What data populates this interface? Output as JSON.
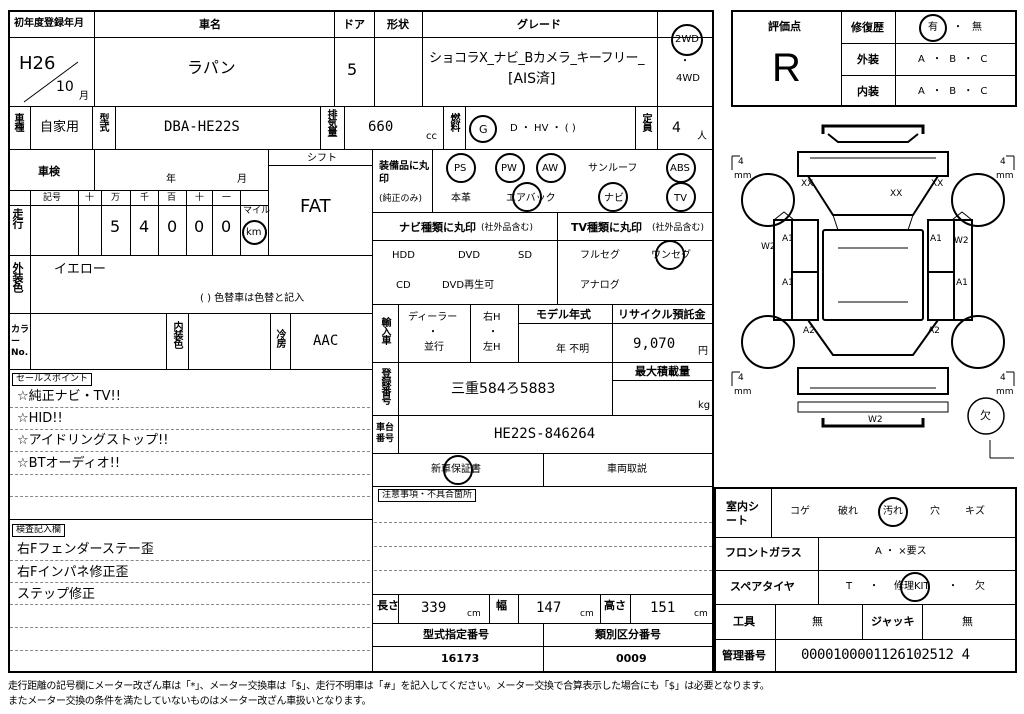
{
  "header": {
    "reg_year_label": "初年度登録年月",
    "reg_era_year": "H26",
    "reg_month": "10",
    "reg_month_unit": "月",
    "car_name_label": "車名",
    "car_name": "ラパン",
    "doors_label": "ドア",
    "doors": "5",
    "shape_label": "形状",
    "grade_label": "グレード",
    "grade_line1": "ショコラX_ナビ_Bカメラ_キーフリー_",
    "grade_line2": "[AIS済]",
    "drive_top": "2WD",
    "drive_dot": "・",
    "drive_bottom": "4WD"
  },
  "evaluation": {
    "score_label": "評価点",
    "score": "R",
    "repair_label": "修復歴",
    "repair_yes": "有",
    "repair_sep": "・",
    "repair_no": "無",
    "exterior_label": "外装",
    "exterior_grades": "A ・ B ・ C",
    "interior_label": "内装",
    "interior_grades": "A ・ B ・ C"
  },
  "row2": {
    "usage_label": "車種",
    "usage": "自家用",
    "model_label": "型式",
    "model": "DBA-HE22S",
    "displacement_label": "排気量",
    "displacement": "660",
    "displacement_unit": "cc",
    "fuel_label": "燃料",
    "fuel_g": "G",
    "fuel_rest": "D ・ HV ・ (        )",
    "capacity_label": "定員",
    "capacity": "4",
    "capacity_unit": "人"
  },
  "inspection": {
    "label": "車検",
    "year_unit": "年",
    "month_unit": "月",
    "shift_label": "シフト",
    "shift": "FAT",
    "odo_label": "走行",
    "odo_code_label": "記号",
    "odo_headers": [
      "十",
      "万",
      "千",
      "百",
      "十",
      "一"
    ],
    "odo_digits": [
      "5",
      "4",
      "0",
      "0",
      "0"
    ],
    "mile_label": "マイル",
    "km_label": "km"
  },
  "color": {
    "label": "外装色",
    "value": "イエロー",
    "note": "(            ) 色替車は色替と記入",
    "color_no_label": "カラーNo.",
    "interior_color_label": "内装色",
    "ac_label": "冷房",
    "ac": "AAC"
  },
  "equipment": {
    "label": "装備品に丸印",
    "label_note": "(純正のみ)",
    "row1": [
      "PS",
      "PW",
      "AW",
      "サンルーフ",
      "ABS"
    ],
    "row2": [
      "本革",
      "エアバック",
      "ナビ",
      "TV"
    ]
  },
  "navi": {
    "label": "ナビ種類に丸印",
    "label_note": "(社外品含む)",
    "items": [
      "HDD",
      "DVD",
      "SD",
      "CD",
      "DVD再生可"
    ]
  },
  "tv": {
    "label": "TV種類に丸印",
    "label_note": "(社外品含む)",
    "items": [
      "フルセグ",
      "ワンセグ",
      "アナログ"
    ]
  },
  "import": {
    "label": "輸入車",
    "dealer": "ディーラー",
    "dot": "・",
    "parallel": "並行",
    "right": "右H",
    "left": "左H",
    "model_year_label": "モデル年式",
    "model_year_text": "年    不明",
    "recycle_label": "リサイクル預託金",
    "recycle": "9,070",
    "recycle_unit": "円"
  },
  "registration": {
    "label": "登録番号",
    "plate": "三重584ろ5883",
    "max_load_label": "最大積載量",
    "max_load_unit": "kg",
    "chassis_label": "車台番号",
    "chassis": "HE22S-846264",
    "warranty": "新車保証書",
    "manual": "車両取説",
    "caution_label": "注意事項・不具合箇所"
  },
  "sales_points": {
    "label": "セールスポイント",
    "items": [
      "☆純正ナビ・TV!!",
      "☆HID!!",
      "☆アイドリングストップ!!",
      "☆BTオーディオ!!"
    ]
  },
  "inspector_notes": {
    "label": "検査記入欄",
    "items": [
      "右Fフェンダーステー歪",
      "右Fインパネ修正歪",
      "ステップ修正"
    ]
  },
  "dimensions": {
    "length_label": "長さ",
    "length": "339",
    "width_label": "幅",
    "width": "147",
    "height_label": "高さ",
    "height": "151",
    "unit": "cm",
    "type_no_label": "型式指定番号",
    "type_no": "16173",
    "class_no_label": "類別区分番号",
    "class_no": "0009"
  },
  "interior_sheet": {
    "label": "室内シート",
    "items": [
      "コゲ",
      "破れ",
      "汚れ",
      "穴",
      "キズ"
    ]
  },
  "windshield": {
    "label": "フロントガラス",
    "value": "A  ・  ×要ス"
  },
  "spare_tire": {
    "label": "スペアタイヤ",
    "t": "T",
    "dot": "・",
    "repair_kit": "修理KIT",
    "missing": "欠"
  },
  "tools": {
    "label": "工具",
    "tools_value": "無",
    "jack_label": "ジャッキ",
    "jack_value": "無"
  },
  "management": {
    "label": "管理番号",
    "number": "0000100001126102512 4"
  },
  "diagram": {
    "tire_mm": "mm",
    "tire_vals": [
      "4",
      "4",
      "4",
      "4"
    ],
    "marks": [
      "XX",
      "XX",
      "XX",
      "W2",
      "A1",
      "W2",
      "A1",
      "A1",
      "A1",
      "A2",
      "A2",
      "W2"
    ],
    "missing_mark": "欠"
  },
  "footer": {
    "line1": "走行距離の記号欄にメーター改ざん車は「*」、メーター交換車は「$」、走行不明車は「#」を記入してください。メーター交換で合算表示した場合にも「$」は必要となります。",
    "line2": "またメーター交換の条件を満たしていないものはメーター改ざん車扱いとなります。"
  }
}
